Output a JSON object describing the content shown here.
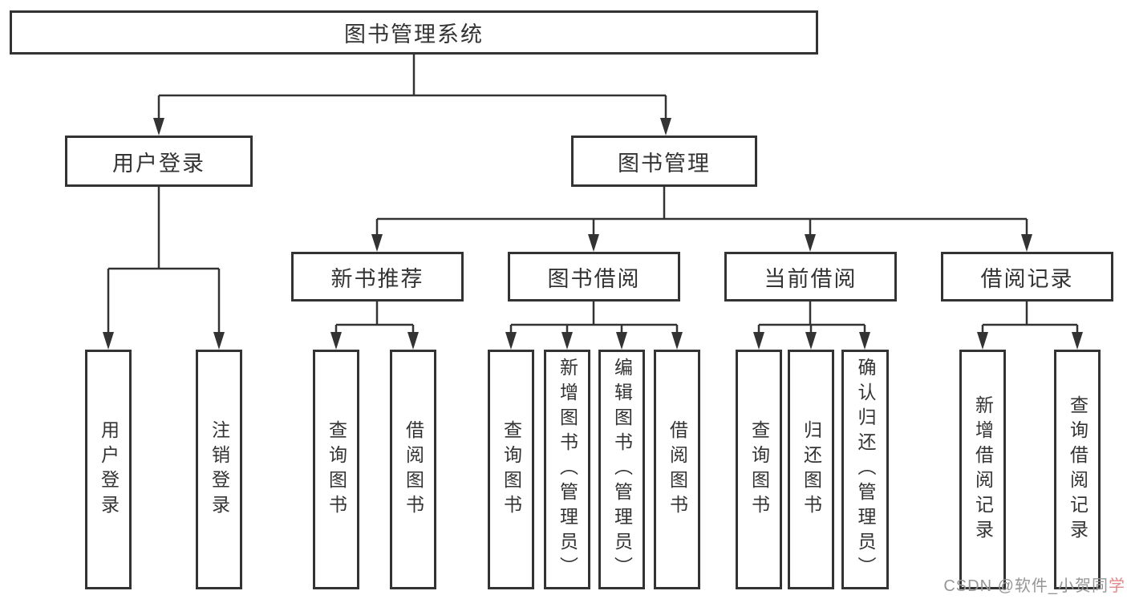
{
  "diagram": {
    "root": {
      "label": "图书管理系统"
    },
    "level2": [
      {
        "label": "用户登录"
      },
      {
        "label": "图书管理"
      }
    ],
    "level3": [
      {
        "label": "新书推荐"
      },
      {
        "label": "图书借阅"
      },
      {
        "label": "当前借阅"
      },
      {
        "label": "借阅记录"
      }
    ],
    "leaves": [
      {
        "label": "用户登录"
      },
      {
        "label": "注销登录"
      },
      {
        "label": "查询图书"
      },
      {
        "label": "借阅图书"
      },
      {
        "label": "查询图书"
      },
      {
        "label": "新增图书（管理员）"
      },
      {
        "label": "编辑图书（管理员）"
      },
      {
        "label": "借阅图书"
      },
      {
        "label": "查询图书"
      },
      {
        "label": "归还图书"
      },
      {
        "label": "确认归还（管理员）"
      },
      {
        "label": "新增借阅记录"
      },
      {
        "label": "查询借阅记录"
      }
    ]
  },
  "watermark": {
    "prefix": "CSDN @软件_小贺同",
    "suffix": "学"
  },
  "colors": {
    "line": "#333333",
    "text": "#333333",
    "watermark_gray": "#969696",
    "watermark_pink": "#e08a8a"
  }
}
